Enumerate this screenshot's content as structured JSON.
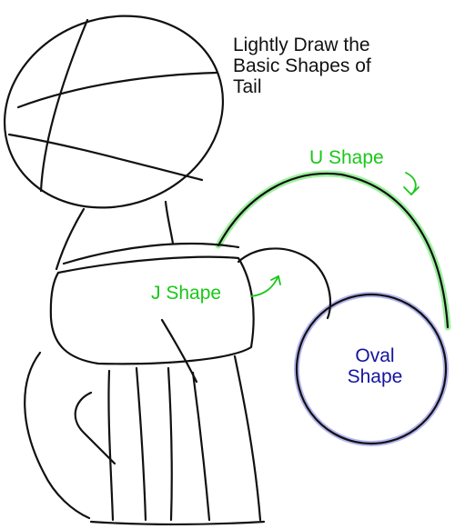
{
  "title_lines": [
    "Lightly Draw the",
    "Basic Shapes of",
    "Tail"
  ],
  "labels": {
    "u_shape": "U Shape",
    "j_shape": "J Shape",
    "oval_shape_lines": [
      "Oval",
      "Shape"
    ]
  },
  "colors": {
    "outline": "#111111",
    "highlight_green": "#19c819",
    "label_green": "#19c819",
    "highlight_blue": "#8c8cdc",
    "label_blue": "#1414a0"
  }
}
